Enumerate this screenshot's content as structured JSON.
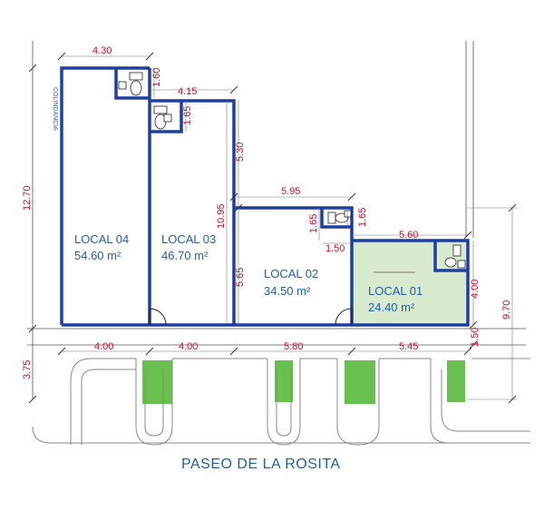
{
  "street_name": "PASEO DE LA ROSITA",
  "neighbor_label": "COLINDANCIA",
  "units": [
    {
      "name": "LOCAL 04",
      "area": "54.60 m²"
    },
    {
      "name": "LOCAL 03",
      "area": "46.70 m²"
    },
    {
      "name": "LOCAL 02",
      "area": "34.50 m²"
    },
    {
      "name": "LOCAL 01",
      "area": "24.40 m²"
    }
  ],
  "dimensions": {
    "top_local04": "4.30",
    "top_local03": "4.15",
    "top_local02": "5.95",
    "top_local01": "5.60",
    "bath_04": "1.60",
    "bath_03": "1.65",
    "bath_02a": "1.65",
    "bath_02b": "1.65",
    "bath_02c": "1.50",
    "left_total": "12.70",
    "left_sidewalk": "3.75",
    "local03_depth": "10.95",
    "local02_step": "5.30",
    "local02_depth": "5.65",
    "local01_depth": "4.00",
    "right_total": "9.70",
    "right_front": "1.50",
    "front_local04": "4.00",
    "front_local03": "4.00",
    "front_local02": "5.80",
    "front_local01": "5.45"
  },
  "colors": {
    "wall": "#1f3f9f",
    "dimension": "#c8102e",
    "label": "#1f5fa8",
    "local01_fill": "#d8ebcf",
    "planter": "#4fb52f"
  }
}
